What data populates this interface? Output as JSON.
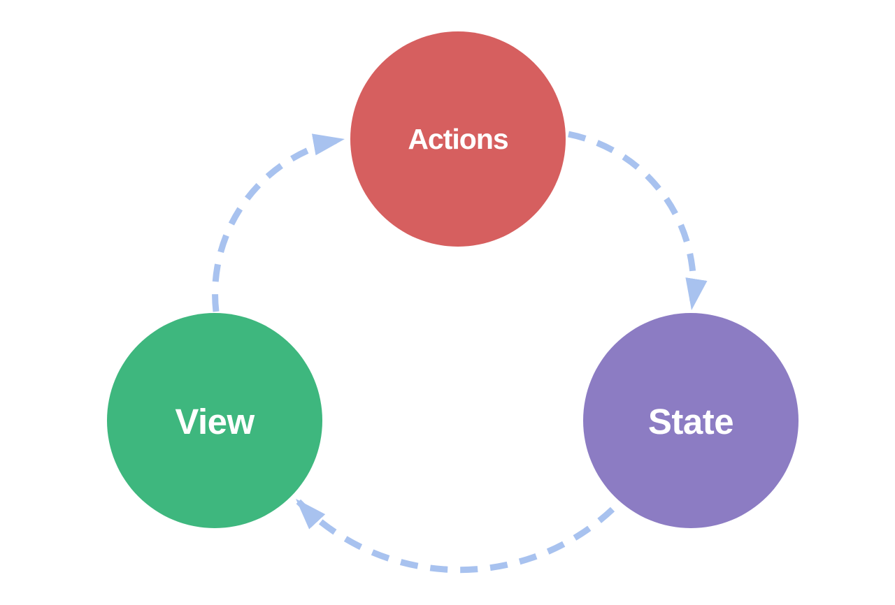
{
  "diagram": {
    "type": "cycle",
    "nodes": [
      {
        "id": "actions",
        "label": "Actions",
        "color": "#D65F5F"
      },
      {
        "id": "state",
        "label": "State",
        "color": "#8C7CC3"
      },
      {
        "id": "view",
        "label": "View",
        "color": "#3EB77E"
      }
    ],
    "arrows": {
      "color": "#A8C2EF",
      "style": "dashed",
      "items": [
        {
          "from": "View",
          "to": "Actions"
        },
        {
          "from": "Actions",
          "to": "State"
        },
        {
          "from": "State",
          "to": "View"
        }
      ]
    },
    "label_color": "#FFFFFF",
    "background_color": "#FFFFFF"
  }
}
